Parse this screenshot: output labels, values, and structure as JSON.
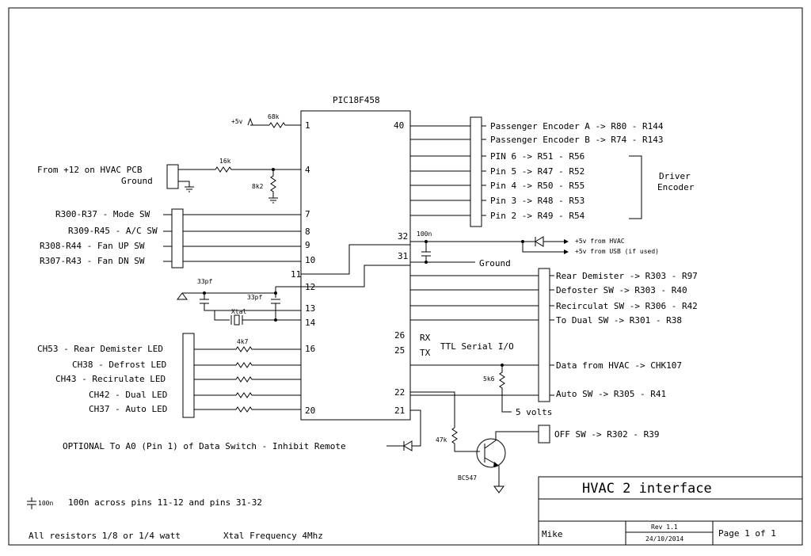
{
  "ic": {
    "name": "PIC18F458",
    "pins": {
      "p1": "1",
      "p4": "4",
      "p7": "7",
      "p8": "8",
      "p9": "9",
      "p10": "10",
      "p11": "11",
      "p12": "12",
      "p13": "13",
      "p14": "14",
      "p16": "16",
      "p20": "20",
      "p40": "40",
      "p32": "32",
      "p31": "31",
      "p26": "26",
      "p25": "25",
      "p22": "22",
      "p21": "21"
    },
    "rx": "RX",
    "tx": "TX",
    "serial_label": "TTL Serial I/O"
  },
  "left": {
    "plus5v": "+5v",
    "r68k": "68k",
    "from12v": "From +12 on HVAC PCB",
    "ground": "Ground",
    "r16k": "16k",
    "r8k2": "8k2",
    "sw_mode": "R300-R37 - Mode SW",
    "sw_ac": "R309-R45 - A/C SW",
    "sw_fanup": "R308-R44 - Fan UP SW",
    "sw_fandn": "R307-R43 - Fan DN SW",
    "cap33a": "33pf",
    "cap33b": "33pf",
    "xtal": "Xtal",
    "r4k7": "4k7",
    "led_rear": "CH53 - Rear Demister LED",
    "led_defrost": "CH38 - Defrost LED",
    "led_recirc": "CH43 - Recirulate LED",
    "led_dual": "CH42 - Dual LED",
    "led_auto": "CH37 - Auto LED",
    "optional": "OPTIONAL To A0 (Pin 1) of Data Switch - Inhibit Remote"
  },
  "right": {
    "enc_a": "Passenger Encoder A -> R80 - R144",
    "enc_b": "Passenger Encoder B -> R74 - R143",
    "pin6": "PIN 6 -> R51 - R56",
    "pin5": "Pin 5 -> R47 - R52",
    "pin4": "Pin 4 -> R50 - R55",
    "pin3": "Pin 3 -> R48 - R53",
    "pin2": "Pin 2 -> R49 - R54",
    "driver1": "Driver",
    "driver2": "Encoder",
    "cap100n": "100n",
    "hvac5v": "+5v from HVAC",
    "usb5v": "+5v from USB (if used)",
    "ground": "Ground",
    "rear_dem": "Rear Demister -> R303 - R97",
    "defost": "Defoster SW -> R303 - R40",
    "recirc": "Recirculat SW -> R306 - R42",
    "dual": "To Dual SW -> R301 - R38",
    "data_hvac": "Data from HVAC -> CHK107",
    "r5k6": "5k6",
    "auto_sw": "Auto SW -> R305 - R41",
    "five_volts": "5 volts",
    "r47k": "47k",
    "off_sw": "OFF SW -> R302 - R39",
    "bc547": "BC547"
  },
  "notes": {
    "cap_sym_label": "100n",
    "cap_note": "100n across pins 11-12 and pins 31-32",
    "res_note": "All resistors 1/8 or 1/4 watt",
    "xtal_note": "Xtal Frequency 4Mhz"
  },
  "title_block": {
    "title": "HVAC 2 interface",
    "author": "Mike",
    "rev": "Rev 1.1",
    "date": "24/10/2014",
    "page": "Page 1 of 1"
  }
}
